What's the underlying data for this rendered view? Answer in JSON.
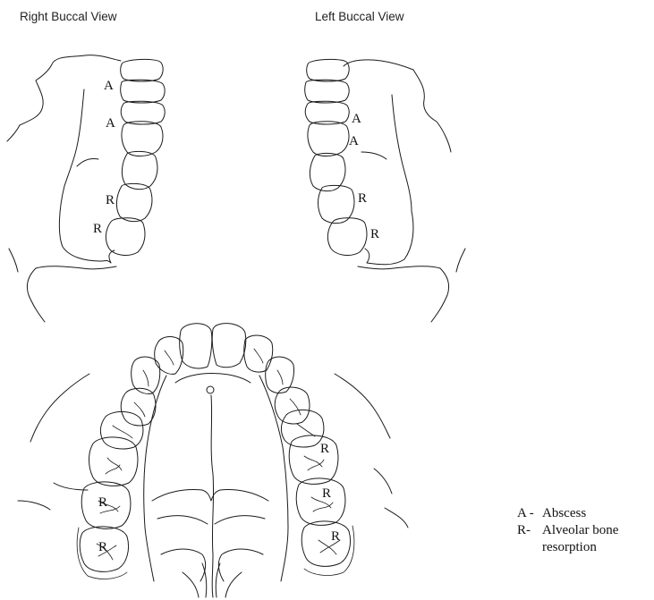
{
  "titles": {
    "right_view": "Right Buccal View",
    "left_view": "Left Buccal View"
  },
  "markers": {
    "abscess": "A",
    "resorption": "R"
  },
  "legend": {
    "abscess_key": "A -",
    "abscess_label": "Abscess",
    "resorption_key": "R-",
    "resorption_label_line1": "Alveolar bone",
    "resorption_label_line2": "resorption"
  }
}
